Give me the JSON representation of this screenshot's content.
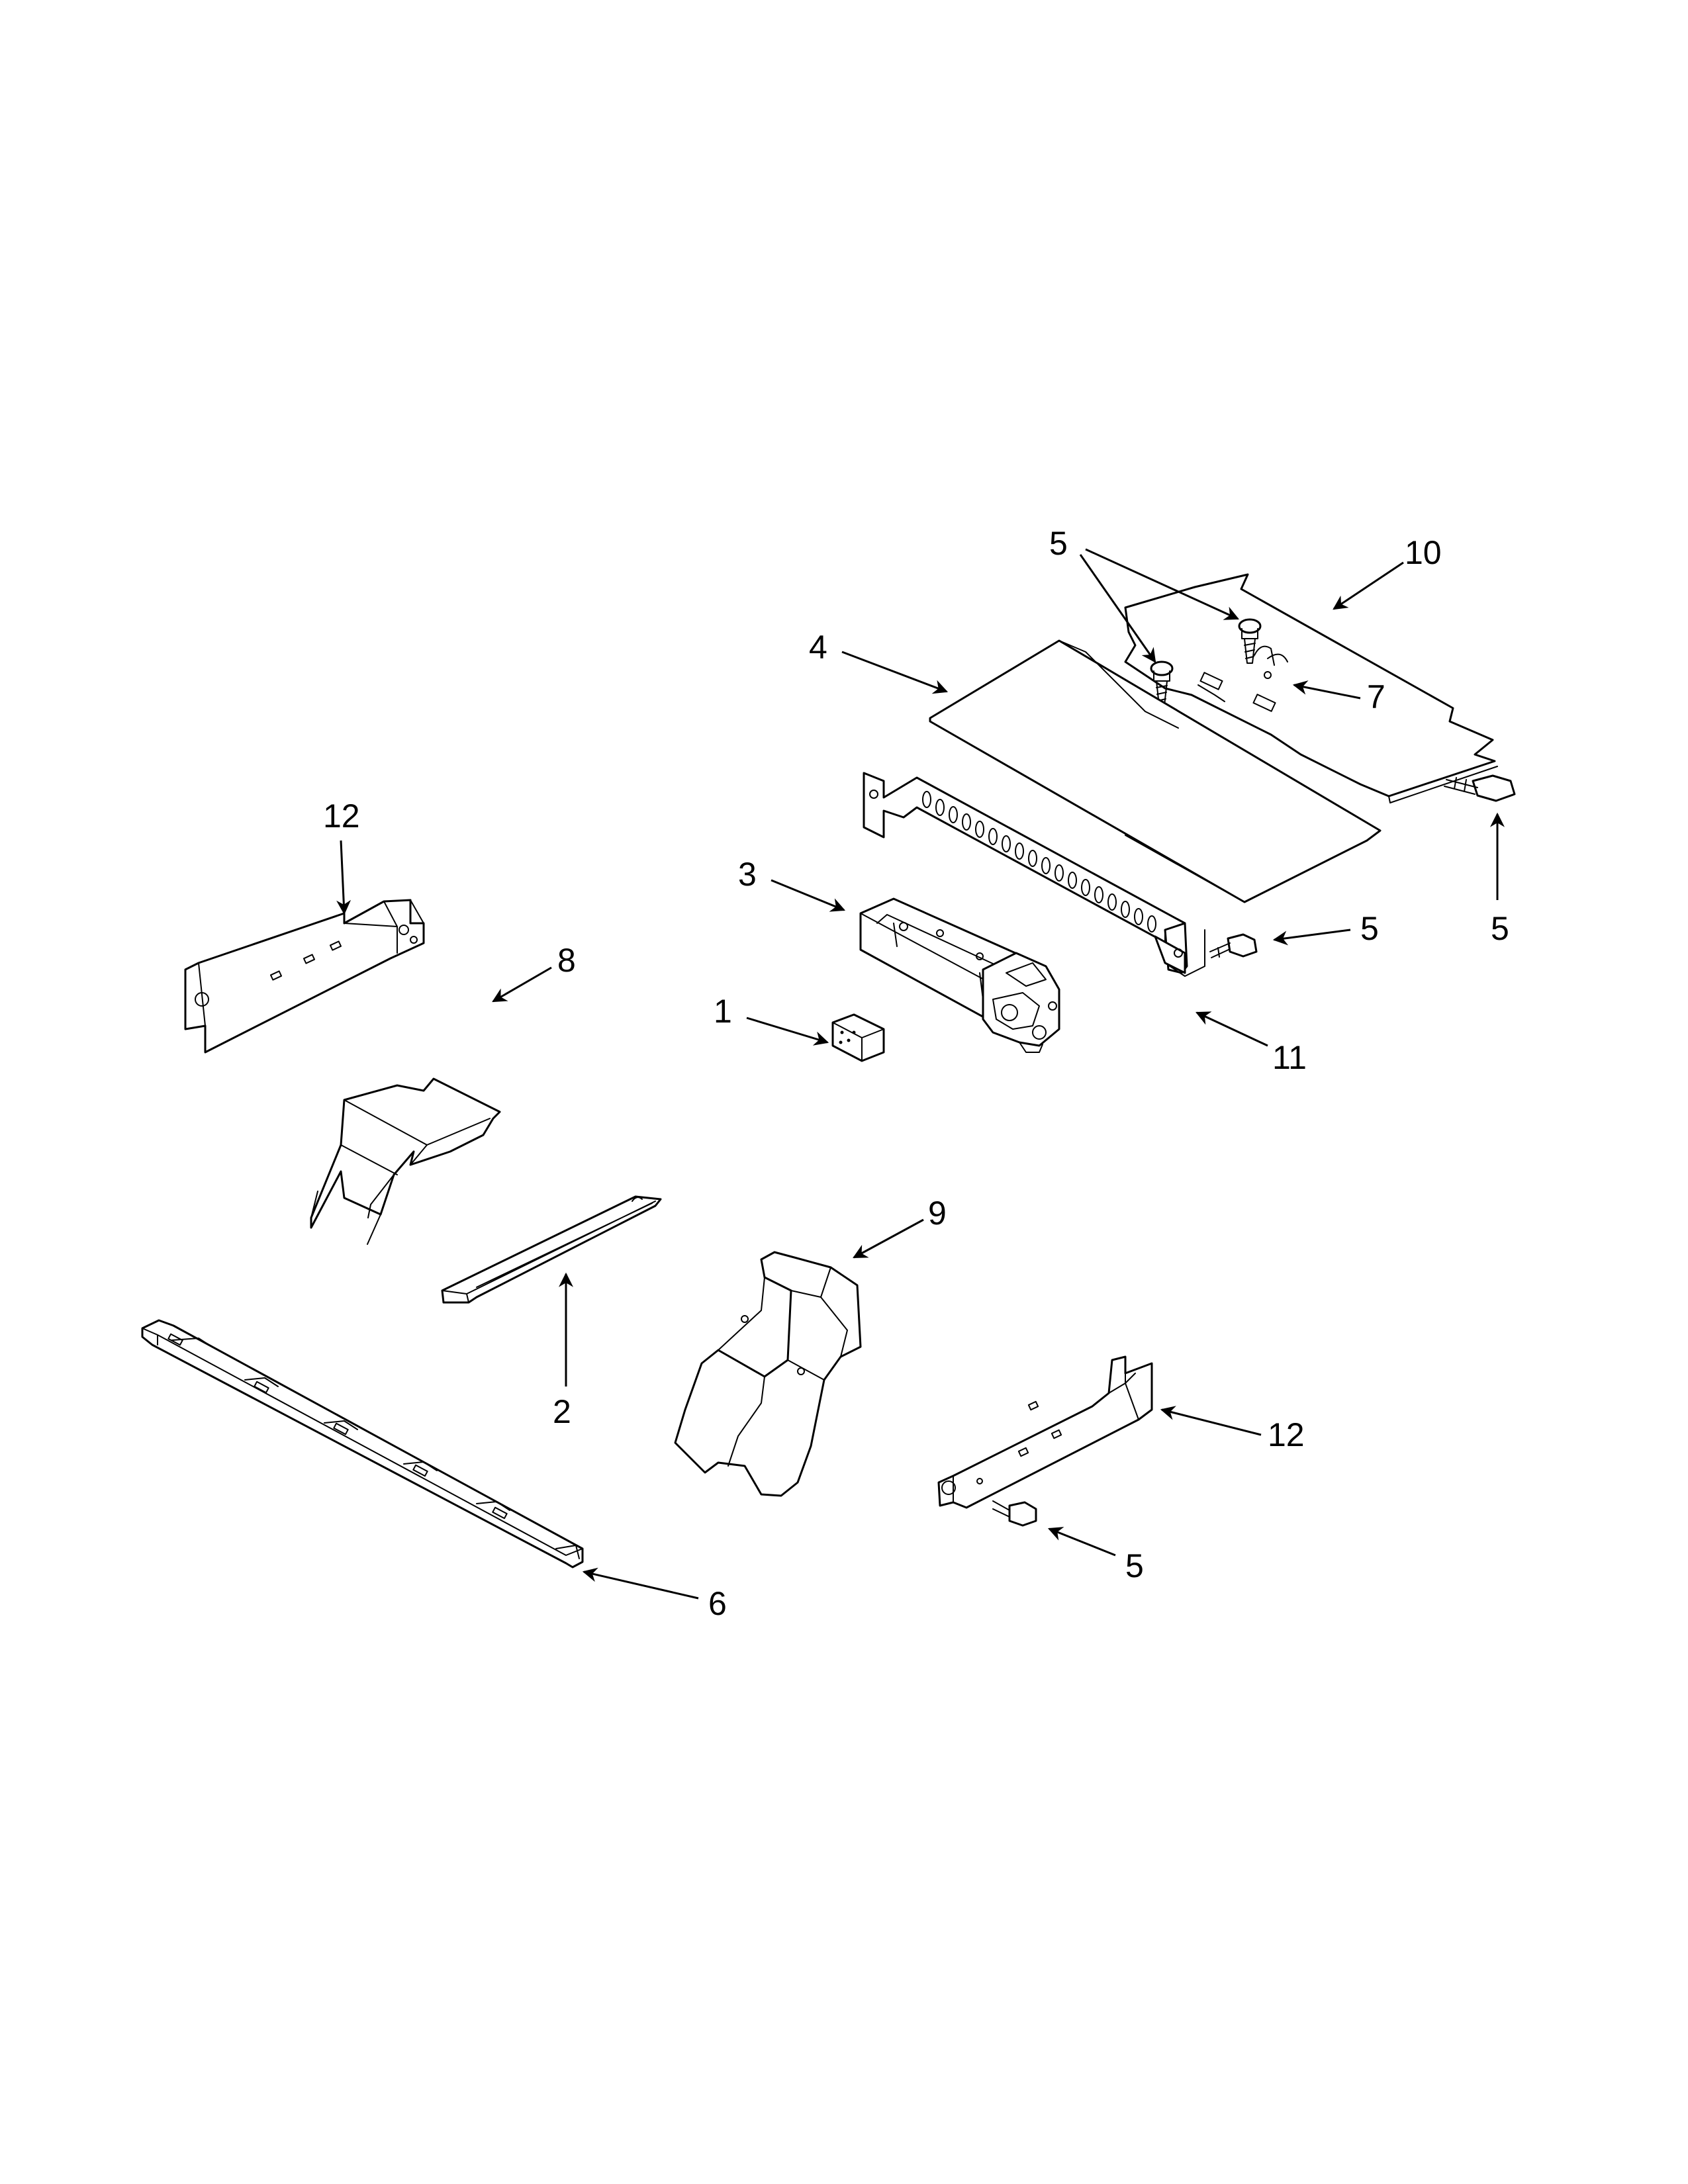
{
  "diagram": {
    "callouts": [
      {
        "id": "c5a",
        "label": "5"
      },
      {
        "id": "c10",
        "label": "10"
      },
      {
        "id": "c4",
        "label": "4"
      },
      {
        "id": "c7",
        "label": "7"
      },
      {
        "id": "c12a",
        "label": "12"
      },
      {
        "id": "c3",
        "label": "3"
      },
      {
        "id": "c5b",
        "label": "5"
      },
      {
        "id": "c5c",
        "label": "5"
      },
      {
        "id": "c8",
        "label": "8"
      },
      {
        "id": "c1",
        "label": "1"
      },
      {
        "id": "c11",
        "label": "11"
      },
      {
        "id": "c9",
        "label": "9"
      },
      {
        "id": "c2",
        "label": "2"
      },
      {
        "id": "c12b",
        "label": "12"
      },
      {
        "id": "c5d",
        "label": "5"
      },
      {
        "id": "c6",
        "label": "6"
      }
    ]
  }
}
